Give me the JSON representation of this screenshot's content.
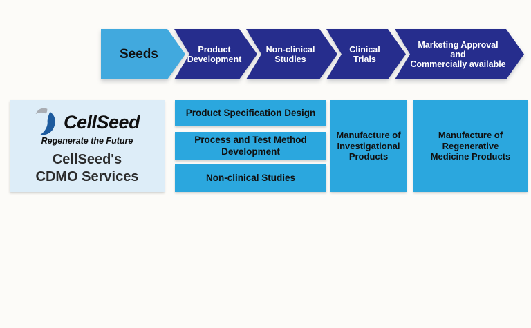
{
  "page": {
    "bg": "#fcfbf8",
    "title": "CellSeed's CDMO Services"
  },
  "pipeline": {
    "colors": {
      "seed_bg": "#41a9de",
      "seed_text": "#111111",
      "stage_bg": "#262d8d",
      "stage_text": "#ffffff"
    },
    "stages": [
      {
        "label": "Seeds",
        "lines": [
          "Seeds"
        ]
      },
      {
        "label": "Product Development",
        "lines": [
          "Product",
          "Development"
        ]
      },
      {
        "label": "Non-clinical Studies",
        "lines": [
          "Non-clinical",
          "Studies"
        ]
      },
      {
        "label": "Clinical Trials",
        "lines": [
          "Clinical",
          "Trials"
        ]
      },
      {
        "label": "Marketing Approval and Commercially available",
        "lines": [
          "Marketing Approval",
          "and",
          "Commercially available"
        ]
      }
    ]
  },
  "branding": {
    "panel_bg": "#ddedf8",
    "logo_icon": "cellseed-swoosh",
    "logo_blue": "#1d5b9e",
    "logo_gray": "#a9adb3",
    "logo_text": "CellSeed",
    "tagline": "Regenerate the Future",
    "title": "CellSeed's CDMO Services",
    "title_lines": [
      "CellSeed's",
      "CDMO Services"
    ]
  },
  "services": {
    "box_bg": "#2ba7de",
    "box_text": "#101010",
    "development": [
      {
        "label": "Product Specification Design"
      },
      {
        "label": "Process and Test Method Development"
      },
      {
        "label": "Non-clinical Studies"
      }
    ],
    "manufacturing": [
      {
        "label": "Manufacture of Investigational Products",
        "lines": [
          "Manufacture of",
          "Investigational",
          "Products"
        ]
      },
      {
        "label": "Manufacture of Regenerative Medicine Products",
        "lines": [
          "Manufacture of",
          "Regenerative",
          "Medicine Products"
        ]
      }
    ]
  }
}
